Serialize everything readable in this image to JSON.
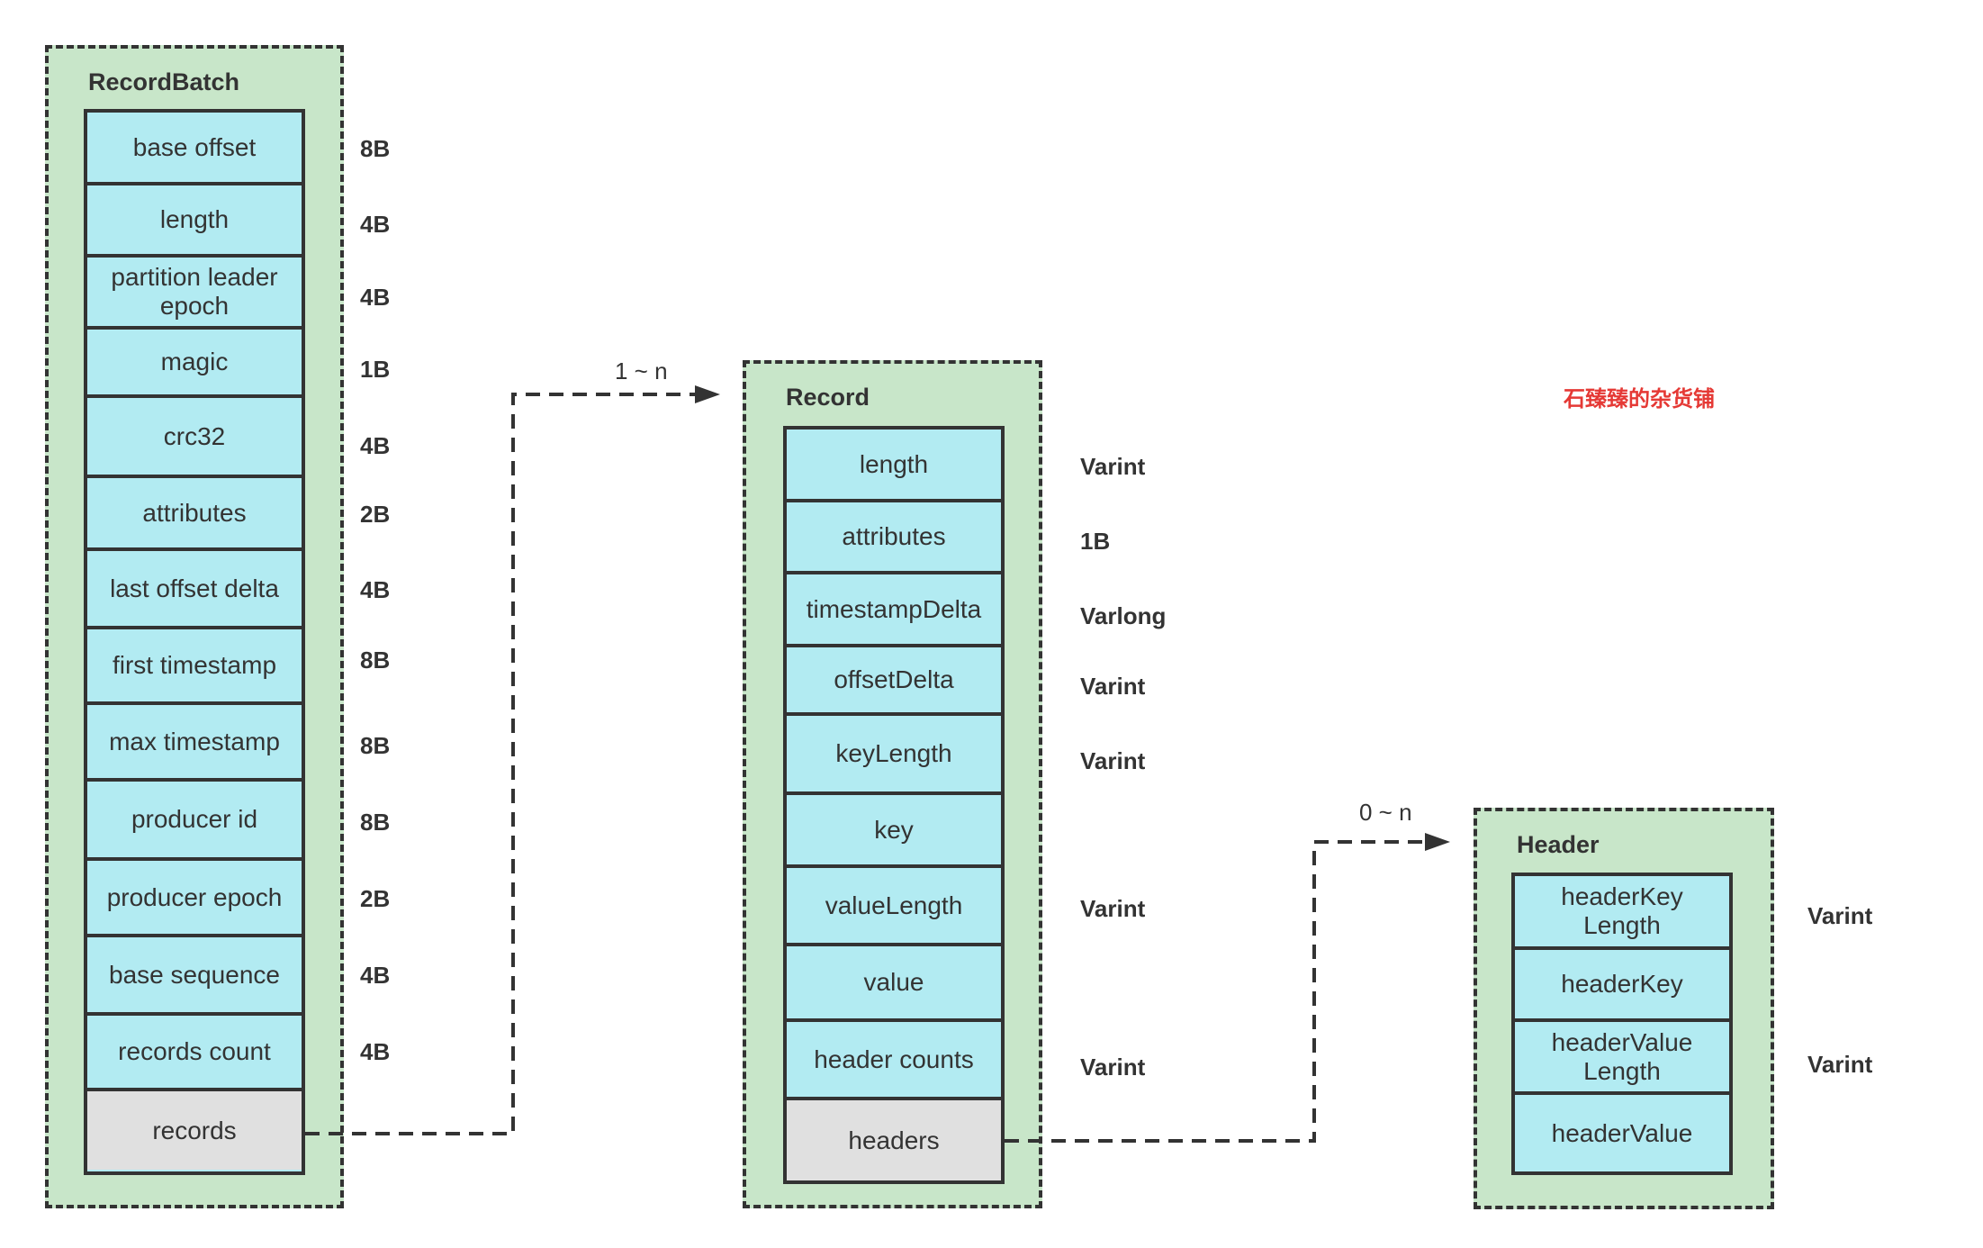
{
  "record_batch": {
    "title": "RecordBatch",
    "fields": [
      {
        "name": "base offset",
        "size": "8B"
      },
      {
        "name": "length",
        "size": "4B"
      },
      {
        "name": "partition leader epoch",
        "size": "4B"
      },
      {
        "name": "magic",
        "size": "1B"
      },
      {
        "name": "crc32",
        "size": "4B"
      },
      {
        "name": "attributes",
        "size": "2B"
      },
      {
        "name": "last offset delta",
        "size": "4B"
      },
      {
        "name": "first timestamp",
        "size": "8B"
      },
      {
        "name": "max timestamp",
        "size": "8B"
      },
      {
        "name": "producer id",
        "size": "8B"
      },
      {
        "name": "producer epoch",
        "size": "2B"
      },
      {
        "name": "base sequence",
        "size": "4B"
      },
      {
        "name": "records count",
        "size": "4B"
      },
      {
        "name": "records"
      }
    ]
  },
  "record": {
    "title": "Record",
    "multiplicity": "1 ~ n",
    "fields": [
      {
        "name": "length",
        "size": "Varint"
      },
      {
        "name": "attributes",
        "size": "1B"
      },
      {
        "name": "timestampDelta",
        "size": "Varlong"
      },
      {
        "name": "offsetDelta",
        "size": "Varint"
      },
      {
        "name": "keyLength",
        "size": "Varint"
      },
      {
        "name": "key"
      },
      {
        "name": "valueLength",
        "size": "Varint"
      },
      {
        "name": "value"
      },
      {
        "name": "header counts",
        "size": "Varint"
      },
      {
        "name": "headers"
      }
    ]
  },
  "header": {
    "title": "Header",
    "multiplicity": "0 ~ n",
    "fields": [
      {
        "name": "headerKey Length",
        "size": "Varint"
      },
      {
        "name": "headerKey"
      },
      {
        "name": "headerValue Length",
        "size": "Varint"
      },
      {
        "name": "headerValue"
      }
    ]
  },
  "watermark": "石臻臻的杂货铺",
  "colors": {
    "group_bg": "#c8e6c9",
    "field_bg": "#b2ebf2",
    "collection_field_bg": "#e0e0e0",
    "watermark": "#e53935"
  }
}
